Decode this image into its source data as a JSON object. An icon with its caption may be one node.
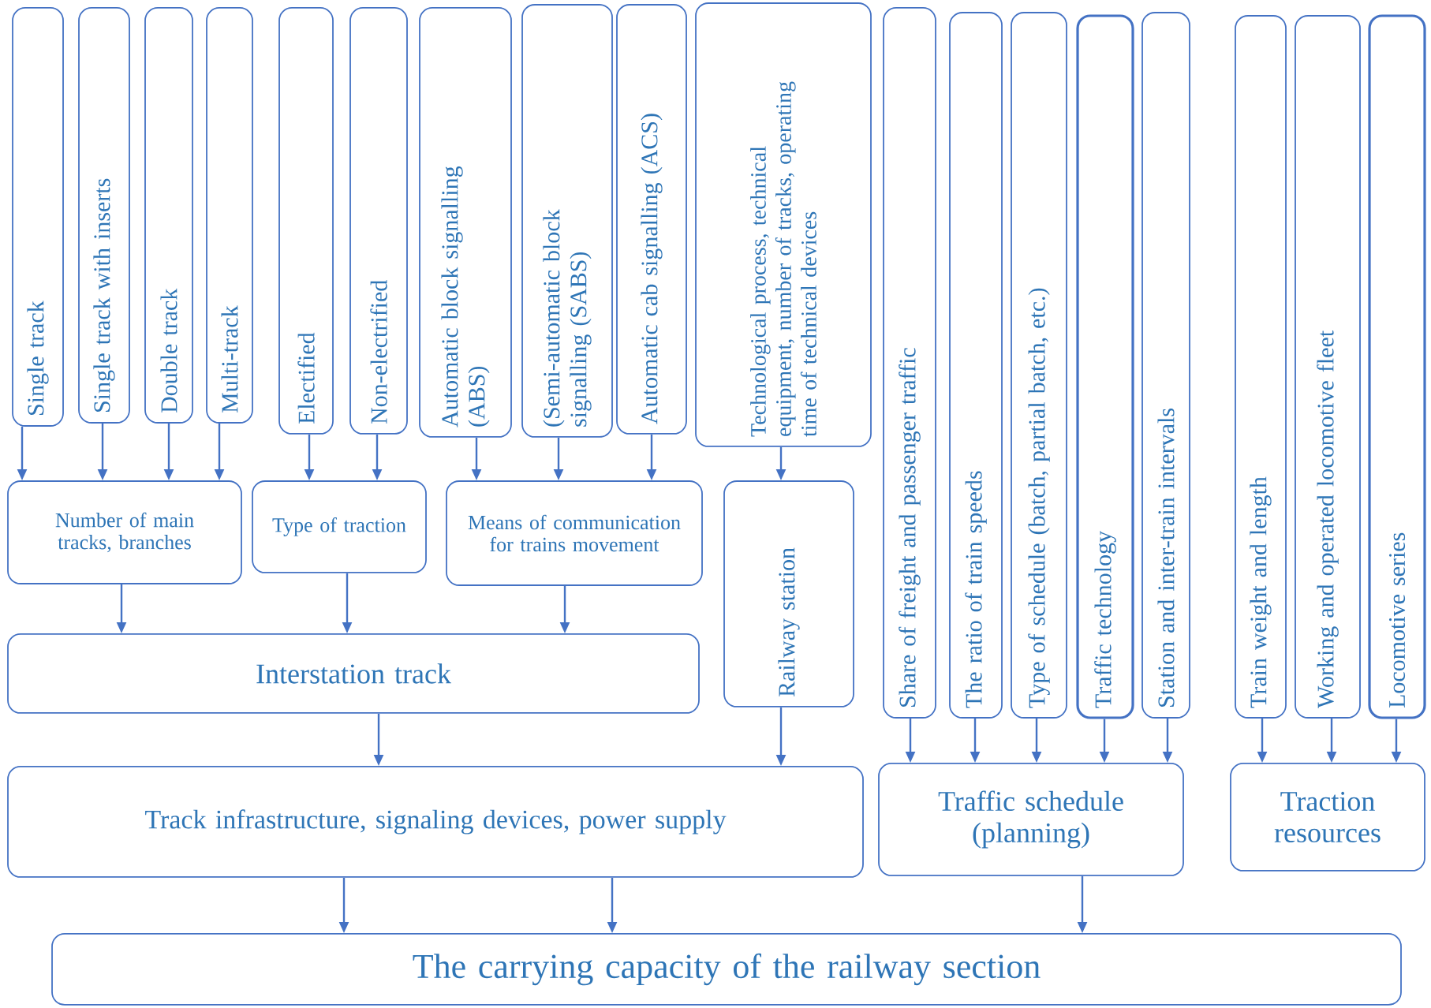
{
  "diagram": {
    "nodes": [
      {
        "text": [
          "Single track"
        ]
      },
      {
        "text": [
          "Single track with inserts"
        ]
      },
      {
        "text": [
          "Double track"
        ]
      },
      {
        "text": [
          "Multi-track"
        ]
      },
      {
        "text": [
          "Electified"
        ]
      },
      {
        "text": [
          "Non-electrified"
        ]
      },
      {
        "text": [
          "Automatic block signalling (ABS)"
        ]
      },
      {
        "text": [
          "(Semi-automatic block signalling (SABS)"
        ]
      },
      {
        "text": [
          "Automatic cab signalling (ACS)"
        ]
      },
      {
        "text": [
          "Technological process, technical equipment, number of tracks, operating time of technical devices"
        ]
      },
      {
        "text": [
          "Share of freight and passenger traffic"
        ]
      },
      {
        "text": [
          "The ratio of train speeds"
        ]
      },
      {
        "text": [
          "Type of schedule (batch, partial batch, etc.)"
        ]
      },
      {
        "text": [
          "Traffic technology"
        ]
      },
      {
        "text": [
          "Station and inter-train intervals"
        ]
      },
      {
        "text": [
          "Train weight and length"
        ]
      },
      {
        "text": [
          "Working and operated locomotive  fleet"
        ]
      },
      {
        "text": [
          "Locomotive series"
        ]
      },
      {
        "text": [
          "Number of main tracks, branches"
        ]
      },
      {
        "text": [
          "Type of traction"
        ]
      },
      {
        "text": [
          "Means of communication for trains movement"
        ]
      },
      {
        "text": [
          "Railway station"
        ]
      },
      {
        "text": [
          "Interstation track"
        ]
      },
      {
        "text": [
          "Track infrastructure, signaling devices, power supply"
        ]
      },
      {
        "text": [
          "Traffic schedule (planning)"
        ]
      },
      {
        "text": [
          "Traction resources"
        ]
      },
      {
        "text": [
          "The carrying capacity of the railway section"
        ]
      }
    ],
    "edges": [
      {
        "from": 0,
        "to": 18,
        "arrow": "to"
      },
      {
        "from": 1,
        "to": 18,
        "arrow": "to"
      },
      {
        "from": 2,
        "to": 18,
        "arrow": "to"
      },
      {
        "from": 3,
        "to": 18,
        "arrow": "to"
      },
      {
        "from": 4,
        "to": 19,
        "arrow": "to"
      },
      {
        "from": 5,
        "to": 19,
        "arrow": "to"
      },
      {
        "from": 6,
        "to": 20,
        "arrow": "to"
      },
      {
        "from": 7,
        "to": 20,
        "arrow": "to"
      },
      {
        "from": 8,
        "to": 20,
        "arrow": "to"
      },
      {
        "from": 9,
        "to": 21,
        "arrow": "to"
      },
      {
        "from": 18,
        "to": 22,
        "arrow": "to"
      },
      {
        "from": 19,
        "to": 22,
        "arrow": "to"
      },
      {
        "from": 20,
        "to": 22,
        "arrow": "to"
      },
      {
        "from": 22,
        "to": 23,
        "arrow": "to"
      },
      {
        "from": 21,
        "to": 23,
        "arrow": "to"
      },
      {
        "from": 10,
        "to": 24,
        "arrow": "to"
      },
      {
        "from": 11,
        "to": 24,
        "arrow": "to"
      },
      {
        "from": 12,
        "to": 24,
        "arrow": "to"
      },
      {
        "from": 13,
        "to": 24,
        "arrow": "to"
      },
      {
        "from": 14,
        "to": 24,
        "arrow": "to"
      },
      {
        "from": 15,
        "to": 25,
        "arrow": "to"
      },
      {
        "from": 16,
        "to": 25,
        "arrow": "to"
      },
      {
        "from": 17,
        "to": 25,
        "arrow": "to"
      },
      {
        "from": 23,
        "to": 26,
        "arrow": "to"
      },
      {
        "from": 23,
        "to": 26,
        "arrow": "to"
      },
      {
        "from": 24,
        "to": 26,
        "arrow": "to"
      }
    ]
  }
}
